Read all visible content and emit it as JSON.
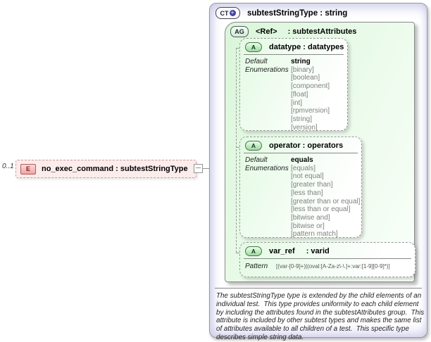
{
  "multiplicity": "0..1",
  "element": {
    "icon": "E",
    "label": "no_exec_command : subtestStringType"
  },
  "complex_type": {
    "icon": "CT",
    "plus": "+",
    "title": "subtestStringType : string",
    "attribute_group": {
      "icon": "AG",
      "ref": "<Ref>",
      "type": ": subtestAttributes",
      "attributes": [
        {
          "icon": "A",
          "title": "datatype : datatypes",
          "default_label": "Default",
          "default_value": "string",
          "enumerations_label": "Enumerations",
          "enumerations": [
            "[binary]",
            "[boolean]",
            "[component]",
            "[float]",
            "[int]",
            "[rpmversion]",
            "[string]",
            "[version]"
          ]
        },
        {
          "icon": "A",
          "title": "operator : operators",
          "default_label": "Default",
          "default_value": "equals",
          "enumerations_label": "Enumerations",
          "enumerations": [
            "[equals]",
            "[not equal]",
            "[greater than]",
            "[less than]",
            "[greater than or equal]",
            "[less than or equal]",
            "[bitwise and]",
            "[bitwise or]",
            "[pattern match]"
          ]
        },
        {
          "icon": "A",
          "name": "var_ref",
          "type": ": varid",
          "pattern_label": "Pattern",
          "pattern_value": "[(var-[0-9]+)|(oval:[A-Za-z\\-\\.]+:var:[1-9][0-9]*)]"
        }
      ]
    },
    "documentation": "The subtestStringType type is extended by the child elements of an individual test.  This type provides uniformity to each child element by including the attributes found in the subtestAttributes group.  This attribute is included by other subtest types and makes the same list of attributes available to all children of a test.  This specific type describes simple string data."
  }
}
